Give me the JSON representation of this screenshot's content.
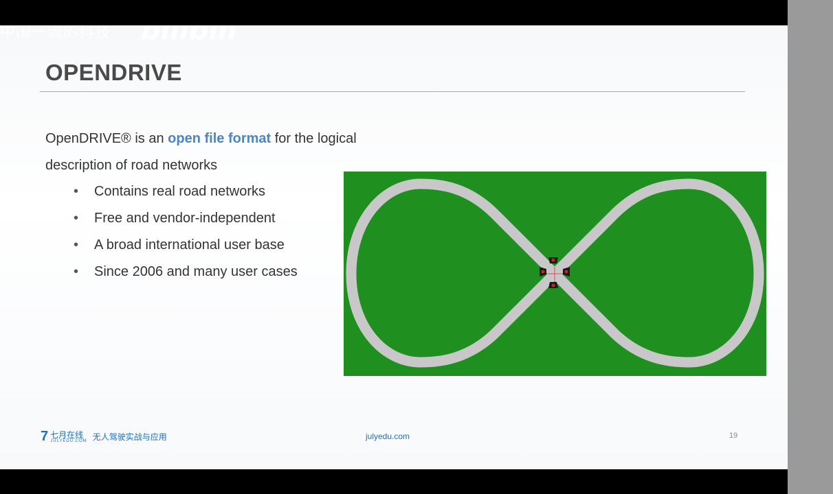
{
  "overlay": {
    "watermark": "中国一流的科技",
    "platform_brand": "bilibili"
  },
  "slide": {
    "title": "OPENDRIVE",
    "intro_prefix": "OpenDRIVE® is an ",
    "intro_highlight": "open file format",
    "intro_suffix": " for the logical description of road networks",
    "bullets": [
      "Contains real road networks",
      "Free and vendor-independent",
      "A broad international user base",
      "Since 2006 and many user cases"
    ],
    "figure": {
      "background_color": "#1f8f1f",
      "road_color": "#c8c8c8"
    },
    "footer": {
      "logo_cn": "七月在线",
      "logo_en": "JULYEDU.COM",
      "course_name": "无人驾驶实战与应用",
      "website": "julyedu.com",
      "page_number": "19"
    }
  },
  "colors": {
    "highlight": "#4a86c5",
    "title": "#4a4a4a"
  }
}
